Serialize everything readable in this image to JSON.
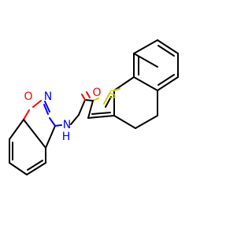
{
  "molecule": {
    "atoms": {
      "sulfur": "S",
      "carbonyl_oxygen": "O",
      "amide_nitrogen": "N",
      "amide_hydrogen": "H",
      "ring_nitrogen": "N",
      "ring_oxygen": "O"
    },
    "colors": {
      "bond": "#000000",
      "nitrogen": "#0000ff",
      "oxygen": "#ff0000",
      "sulfur": "#cccc00"
    }
  }
}
